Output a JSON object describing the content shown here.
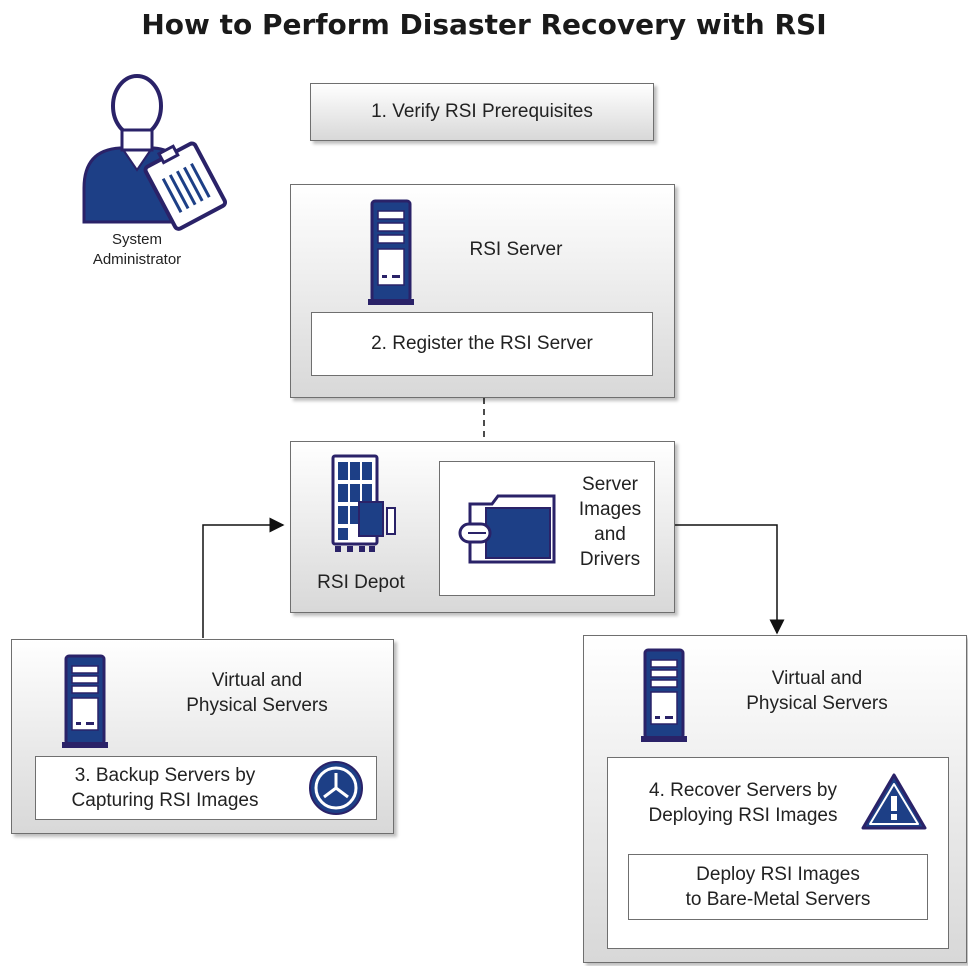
{
  "title": "How to Perform Disaster Recovery with RSI",
  "actor": {
    "line1": "System",
    "line2": "Administrator",
    "icon": "administrator-clipboard-icon"
  },
  "step1": {
    "label": "1. Verify RSI Prerequisites"
  },
  "rsi_server": {
    "label": "RSI Server",
    "step": "2. Register the RSI Server",
    "icon": "server-tower-icon"
  },
  "rsi_depot": {
    "label": "RSI Depot",
    "icon": "storage-depot-icon",
    "images_lines": [
      "Server",
      "Images",
      "and",
      "Drivers"
    ],
    "folder_icon": "folder-icon"
  },
  "backup_group": {
    "heading_line1": "Virtual and",
    "heading_line2": "Physical Servers",
    "step_line1": "3. Backup Servers by",
    "step_line2": "Capturing RSI Images",
    "icon": "server-tower-icon",
    "clock_icon": "clock-icon"
  },
  "recover_group": {
    "heading_line1": "Virtual and",
    "heading_line2": "Physical Servers",
    "step_line1": "4. Recover Servers by",
    "step_line2": "Deploying RSI Images",
    "sub_line1": "Deploy RSI Images",
    "sub_line2": "to Bare-Metal Servers",
    "icon": "server-tower-icon",
    "warning_icon": "warning-icon"
  },
  "colors": {
    "accent_blue": "#1d3f86",
    "icon_outline": "#2a2268",
    "box_border": "#6f6f6f"
  }
}
